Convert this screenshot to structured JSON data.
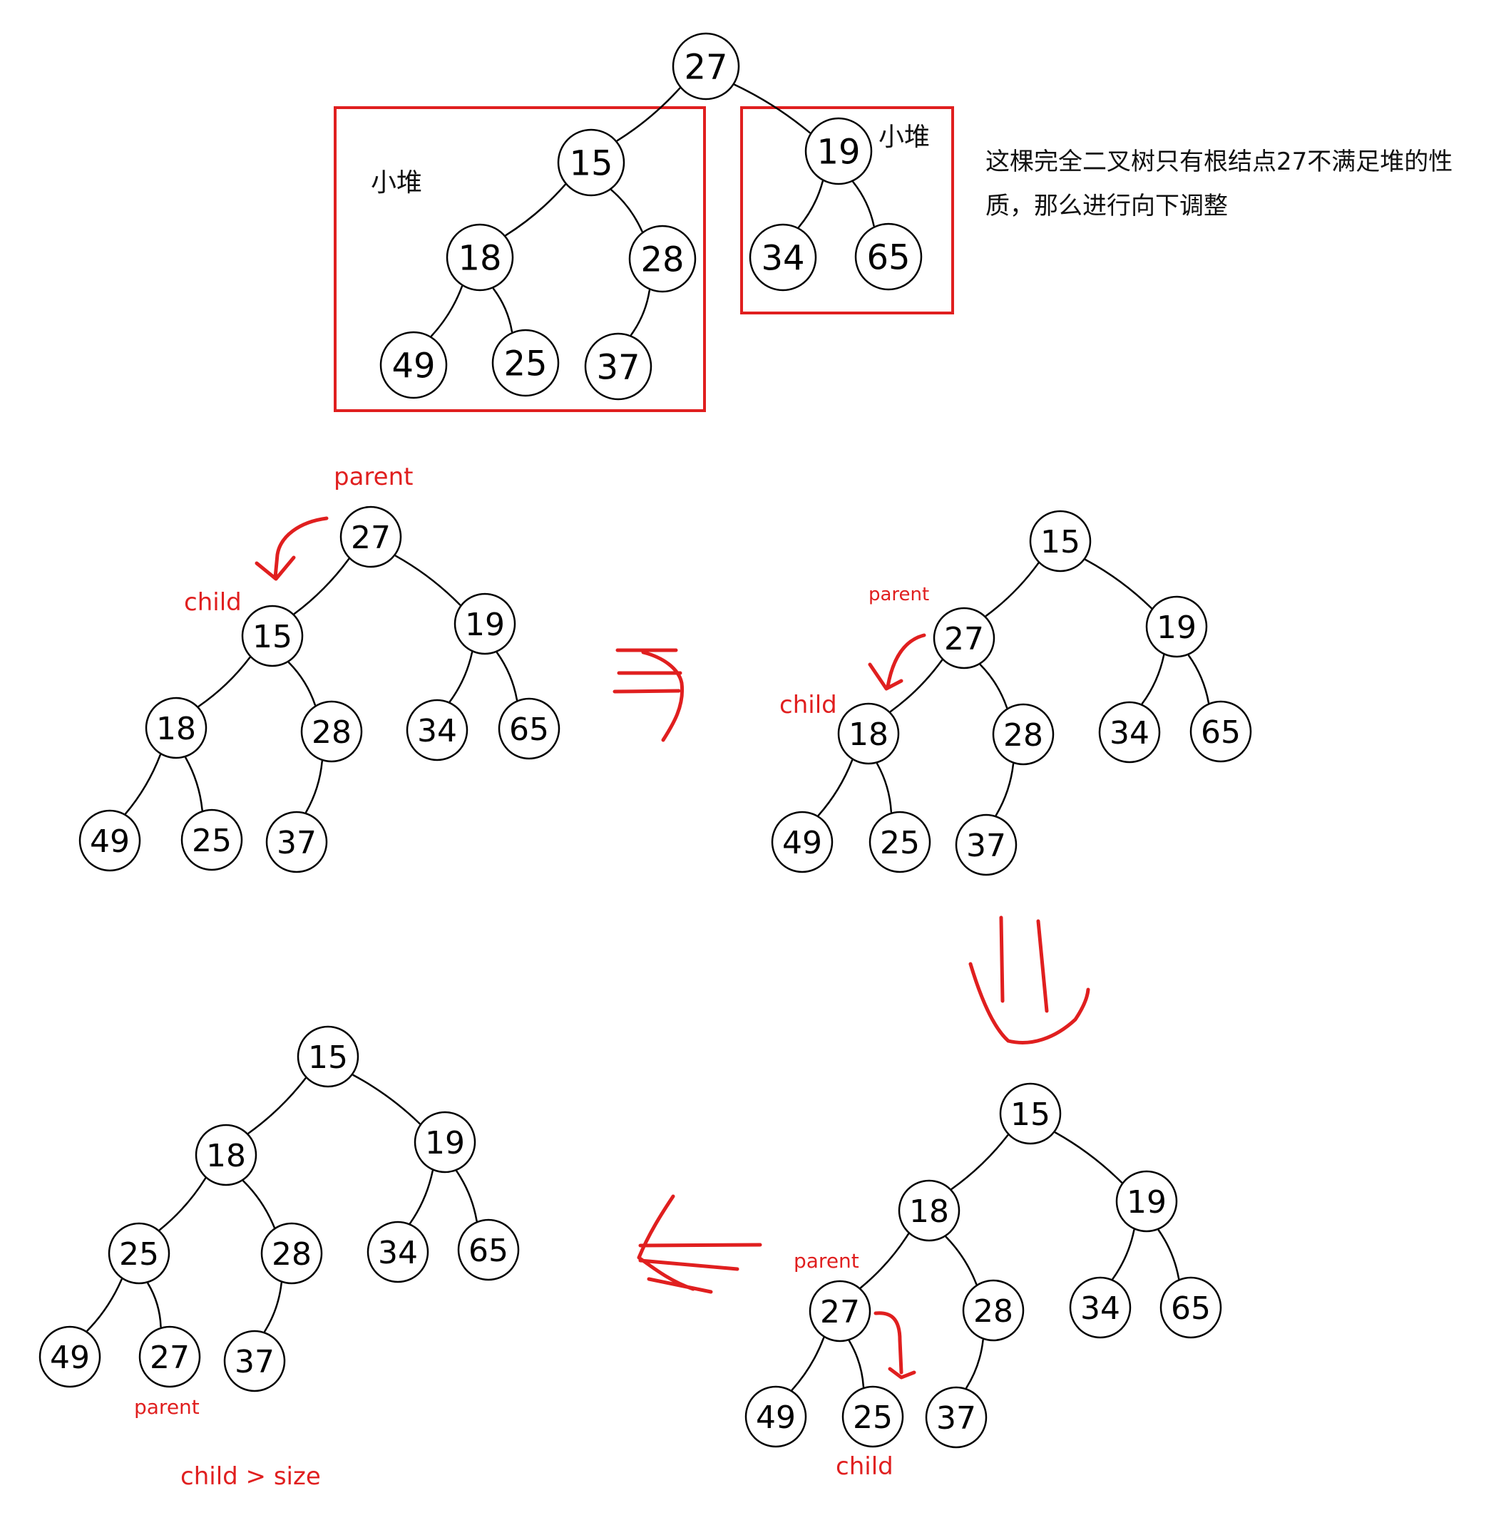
{
  "description": "这棵完全二叉树只有根结点27不满足堆的性质，那么进行向下调整",
  "box_label": "小堆",
  "red_color": "#e01f1f",
  "trees": [
    {
      "name": "original",
      "nodes": [
        "27",
        "15",
        "19",
        "18",
        "28",
        "34",
        "65",
        "49",
        "25",
        "37"
      ]
    },
    {
      "name": "step1",
      "nodes": [
        "27",
        "15",
        "19",
        "18",
        "28",
        "34",
        "65",
        "49",
        "25",
        "37"
      ],
      "labels": {
        "parent": "parent",
        "child": "child"
      }
    },
    {
      "name": "step2",
      "nodes": [
        "15",
        "27",
        "19",
        "18",
        "28",
        "34",
        "65",
        "49",
        "25",
        "37"
      ],
      "labels": {
        "parent": "parent",
        "child": "child"
      }
    },
    {
      "name": "step3",
      "nodes": [
        "15",
        "18",
        "19",
        "27",
        "28",
        "34",
        "65",
        "49",
        "25",
        "37"
      ],
      "labels": {
        "parent": "parent",
        "child": "child"
      }
    },
    {
      "name": "step4",
      "nodes": [
        "15",
        "18",
        "19",
        "25",
        "28",
        "34",
        "65",
        "49",
        "27",
        "37"
      ],
      "labels": {
        "parent": "parent",
        "child": "child > size"
      }
    }
  ]
}
